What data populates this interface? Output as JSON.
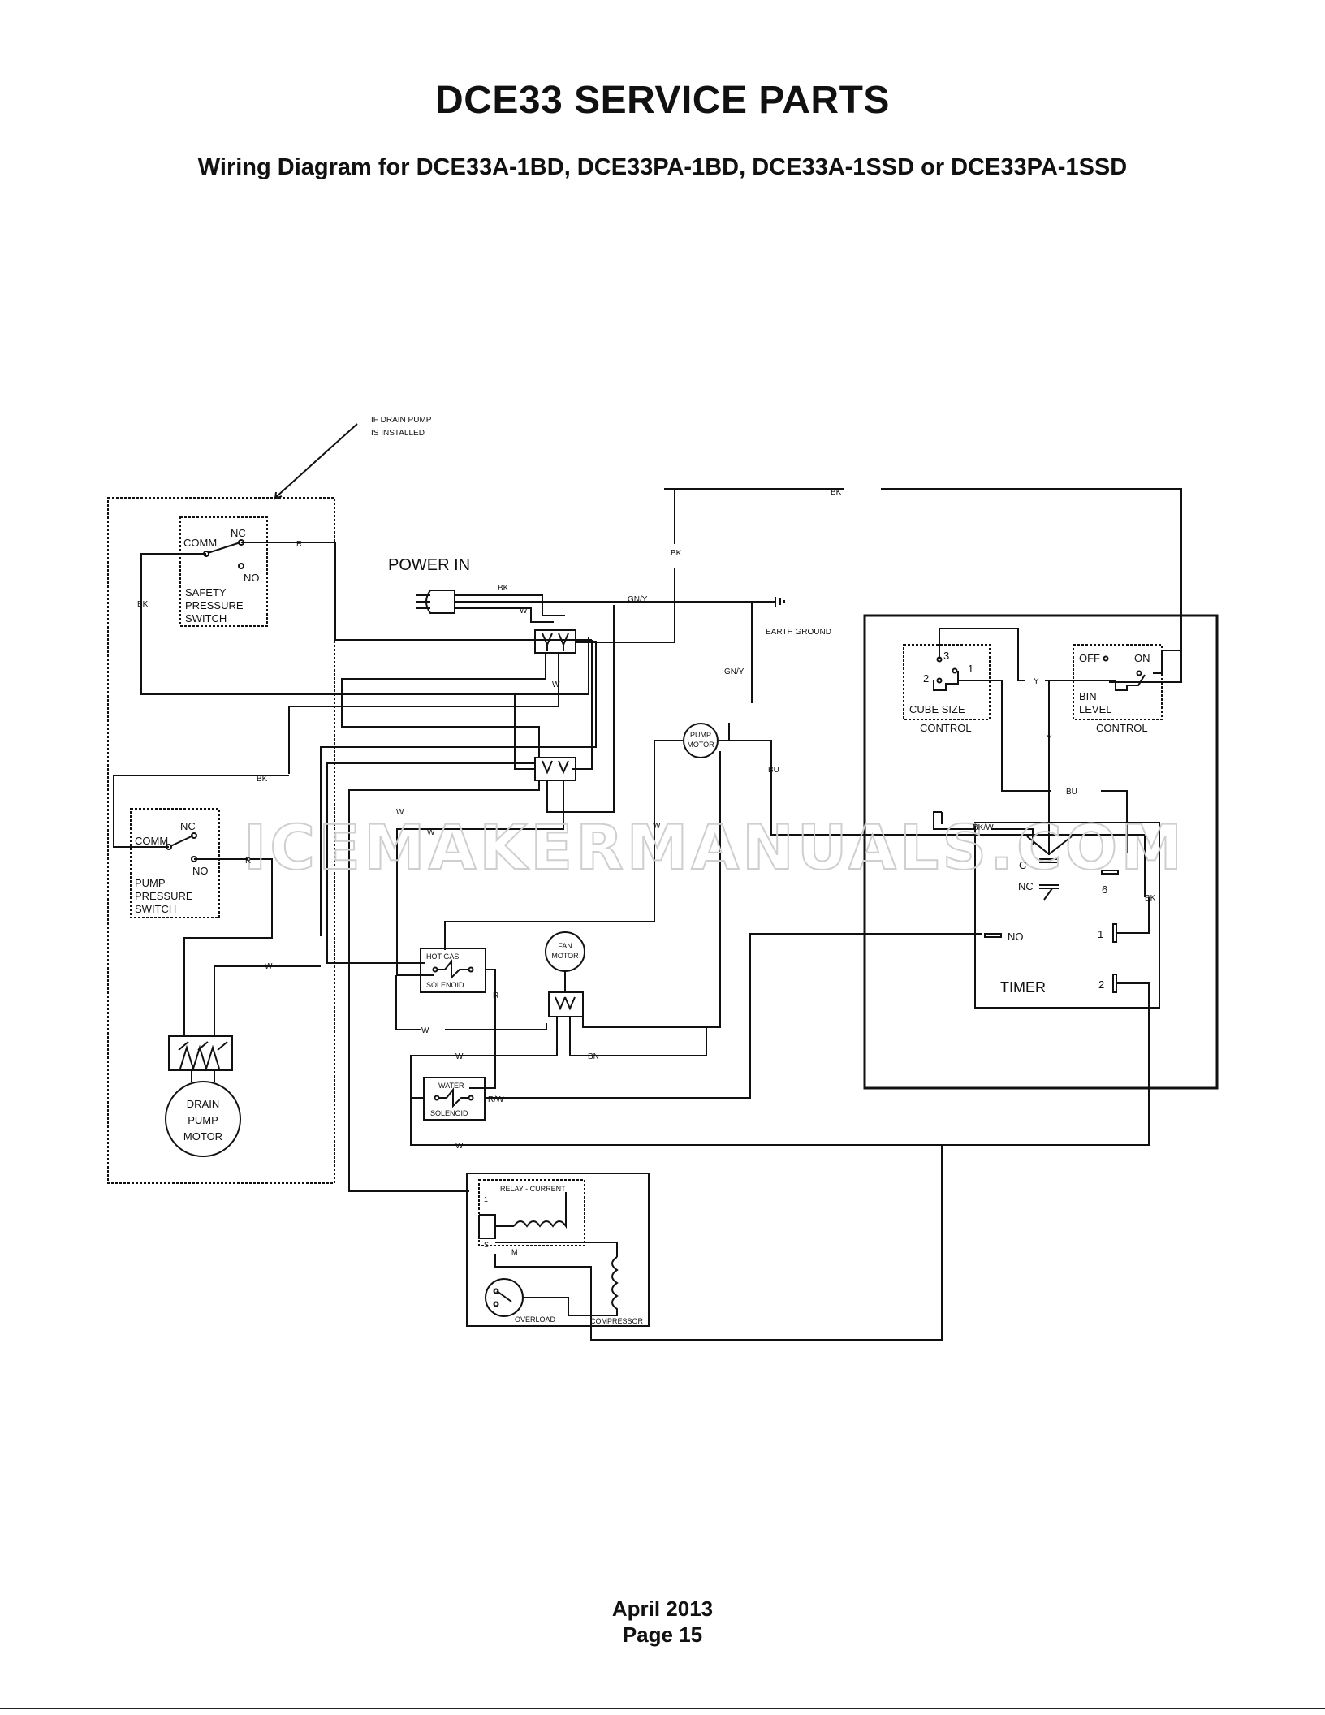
{
  "header": {
    "title": "DCE33 SERVICE PARTS",
    "subtitle": "Wiring Diagram for DCE33A-1BD, DCE33PA-1BD, DCE33A-1SSD or DCE33PA-1SSD"
  },
  "footer": {
    "date": "April 2013",
    "page": "Page 15"
  },
  "watermark": "ICEMAKERMANUALS.COM",
  "diagram": {
    "note_line1": "IF DRAIN PUMP",
    "note_line2": "IS INSTALLED",
    "power_in": "POWER IN",
    "earth_ground": "EARTH GROUND",
    "safety_switch": {
      "comm": "COMM",
      "nc": "NC",
      "no": "NO",
      "l1": "SAFETY",
      "l2": "PRESSURE",
      "l3": "SWITCH"
    },
    "pump_switch": {
      "nc": "NC",
      "comm": "COMM",
      "no": "NO",
      "l1": "PUMP",
      "l2": "PRESSURE",
      "l3": "SWITCH"
    },
    "drain_pump": {
      "l1": "DRAIN",
      "l2": "PUMP",
      "l3": "MOTOR"
    },
    "pump_motor": {
      "l1": "PUMP",
      "l2": "MOTOR"
    },
    "fan_motor": {
      "l1": "FAN",
      "l2": "MOTOR"
    },
    "hot_gas": {
      "l1": "HOT GAS",
      "l2": "SOLENOID"
    },
    "water_sol": {
      "l1": "WATER",
      "l2": "SOLENOID"
    },
    "cube_size": {
      "t3": "3",
      "t1": "1",
      "t2": "2",
      "l1": "CUBE SIZE",
      "l2": "CONTROL"
    },
    "bin_level": {
      "off": "OFF",
      "on": "ON",
      "l1": "BIN",
      "l2": "LEVEL",
      "l3": "CONTROL"
    },
    "timer": {
      "label": "TIMER",
      "c": "C",
      "nc": "NC",
      "no": "NO",
      "t6": "6",
      "t1": "1",
      "t2": "2"
    },
    "relay": {
      "label": "RELAY - CURRENT",
      "t1": "1",
      "s": "S",
      "m": "M"
    },
    "overload": "OVERLOAD",
    "compressor": "COMPRESSOR",
    "wires": {
      "bk": "BK",
      "r": "R",
      "w": "W",
      "gny": "GN/Y",
      "bu": "BU",
      "y": "Y",
      "bkw": "BK/W",
      "bn": "BN",
      "rw": "R/W"
    }
  }
}
